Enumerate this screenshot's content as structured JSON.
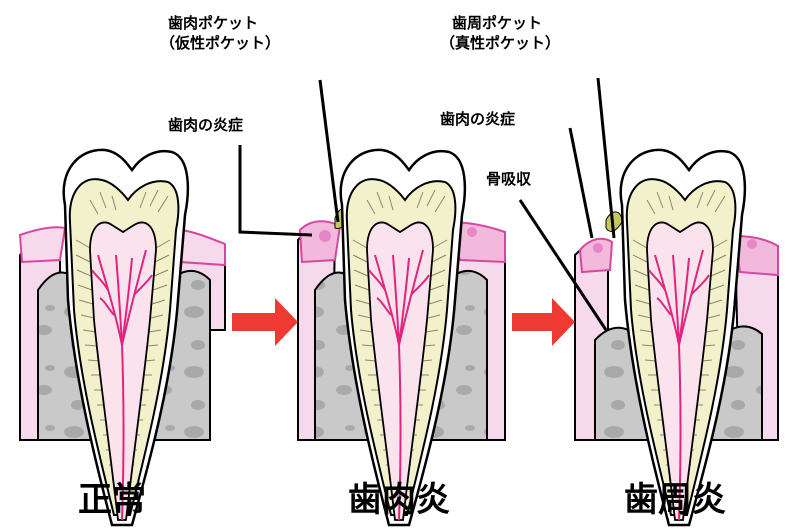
{
  "labels": {
    "gingival_pocket": "歯肉ポケット",
    "gingival_pocket_sub": "（仮性ポケット）",
    "gum_inflammation_1": "歯肉の炎症",
    "periodontal_pocket": "歯周ポケット",
    "periodontal_pocket_sub": "（真性ポケット）",
    "gum_inflammation_2": "歯肉の炎症",
    "bone_resorption": "骨吸収"
  },
  "stages": [
    "正常",
    "歯肉炎",
    "歯周炎"
  ],
  "colors": {
    "gum": "#f7d9ec",
    "gum_dark": "#e887c7",
    "gum_line": "#d6479f",
    "bone": "#c9c9c9",
    "bone_spot": "#a9a9a9",
    "pulp": "#f3f0cc",
    "nerve": "#e0257f",
    "plaque": "#c8c85a",
    "arrow": "#ee3a32"
  }
}
